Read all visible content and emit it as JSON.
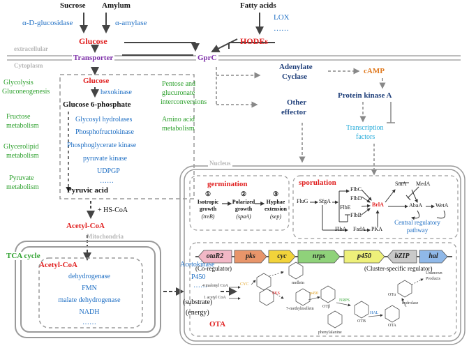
{
  "top": {
    "sucrose": "Sucrose",
    "amylum": "Amylum",
    "fatty_acids": "Fatty acids",
    "alpha_d_glucosidase": "α-D-glucosidase",
    "alpha_amylase": "α-amylase",
    "lox": "LOX",
    "lox_dots": "……"
  },
  "membrane": {
    "extracellular": "extracellular",
    "cytoplasm": "Cytoplasm",
    "glucose": "Glucose",
    "hodes": "HODEs",
    "transporter": "Transporter",
    "gprc": "GprC"
  },
  "glycolysis_box": {
    "glucose": "Glucose",
    "hexokinase": "hexokinase",
    "g6p": "Glucose 6-phosphate",
    "enzymes": [
      "Glycosyl hydrolases",
      "Phosphofructokinase",
      "Phosphoglycerate kinase",
      "pyruvate kinase",
      "UDPGP",
      "……"
    ],
    "pyruvic_acid": "Pyruvic acid"
  },
  "left_pathways": [
    "Glycolysis",
    "Gluconeogenesis",
    "Fructose",
    "metabolism",
    "Glycerolipid",
    "metabolism",
    "Pyruvate",
    "metabolism"
  ],
  "mid_pathways": {
    "pentose": [
      "Pentose and",
      "glucuronate",
      "interconversions"
    ],
    "amino": [
      "Amino acid",
      "metabolism"
    ]
  },
  "signaling": {
    "adenylate_cyclase": [
      "Adenylate",
      "Cyclase"
    ],
    "camp": "cAMP",
    "pka": "Protein kinase A",
    "other_effector": [
      "Other",
      "effector"
    ],
    "transcription_factors": [
      "Transcription",
      "factors"
    ]
  },
  "lower_left": {
    "hs_coa": "+ HS-CoA",
    "acetyl_coa": "Acetyl-CoA",
    "mitochondria": "Mitochondria",
    "tca_cycle": "TCA cycle",
    "acetyl_coa_inner": "Acetyl-CoA",
    "mito_items": [
      "dehydrogenase",
      "FMN",
      "malate dehydrogenase",
      "NADH",
      "……"
    ],
    "acetokinase": "Acetokinase",
    "p450": "P450",
    "dots": "……",
    "substrate": "(substrate)",
    "energy": "(energy)"
  },
  "nucleus": {
    "title": "Nucleus",
    "germination": {
      "title": "germination",
      "steps": [
        {
          "num": "①",
          "lines": [
            "Isotropic",
            "growth"
          ],
          "gene": "(treB)"
        },
        {
          "num": "②",
          "lines": [
            "Polarized",
            "growth"
          ],
          "gene": "(spaA)"
        },
        {
          "num": "③",
          "lines": [
            "Hyphae",
            "extension"
          ],
          "gene": "(sep)"
        }
      ]
    },
    "sporulation": {
      "title": "sporulation",
      "nodes": [
        "FluG",
        "SfgA",
        "FlbC",
        "FlbD",
        "FlbE",
        "FlbB",
        "FlbA",
        "FadA",
        "PKA",
        "BrlA",
        "StuA",
        "MedA",
        "AbaA",
        "WetA"
      ],
      "central_pathway": [
        "Central regulatory",
        "pathway"
      ]
    },
    "cluster": {
      "genes": [
        "otaR2",
        "pks",
        "cyc",
        "nrps",
        "p450",
        "bZIP",
        "hal"
      ],
      "co_regulator": "(Co-regulator)",
      "cluster_regulator": "(Cluster-specific regulator)"
    },
    "ota": {
      "title": "OTA",
      "labels": {
        "malonyl": "4 malonyl CoA",
        "acetyl": "1 acetyl CoA",
        "cyc": "CYC",
        "pks": "PKS",
        "p450": "p450",
        "nrps": "NRPS",
        "hal": "HAL",
        "hydrolase": "hydrolase",
        "mellein": "mellein",
        "methylmellein": "7-methylmellein",
        "otb": "OTβ",
        "otb2": "OTB",
        "ota": "OTA",
        "otalpha": "OTα",
        "phenylalanine": "phenylalanine",
        "unknown": "Unknown",
        "products": "Products"
      }
    }
  },
  "colors": {
    "red": "#e02020",
    "blue": "#1f6fc4",
    "green": "#2ca02c",
    "purple": "#7d2fa8",
    "navy": "#1f3f7a",
    "orange": "#e07a20",
    "cyan": "#1fa8d8",
    "gene_colors": [
      "#f2b8c6",
      "#e8956a",
      "#f2d33a",
      "#8fd27a",
      "#eef07a",
      "#c9c9c9",
      "#8fb8e8"
    ]
  }
}
